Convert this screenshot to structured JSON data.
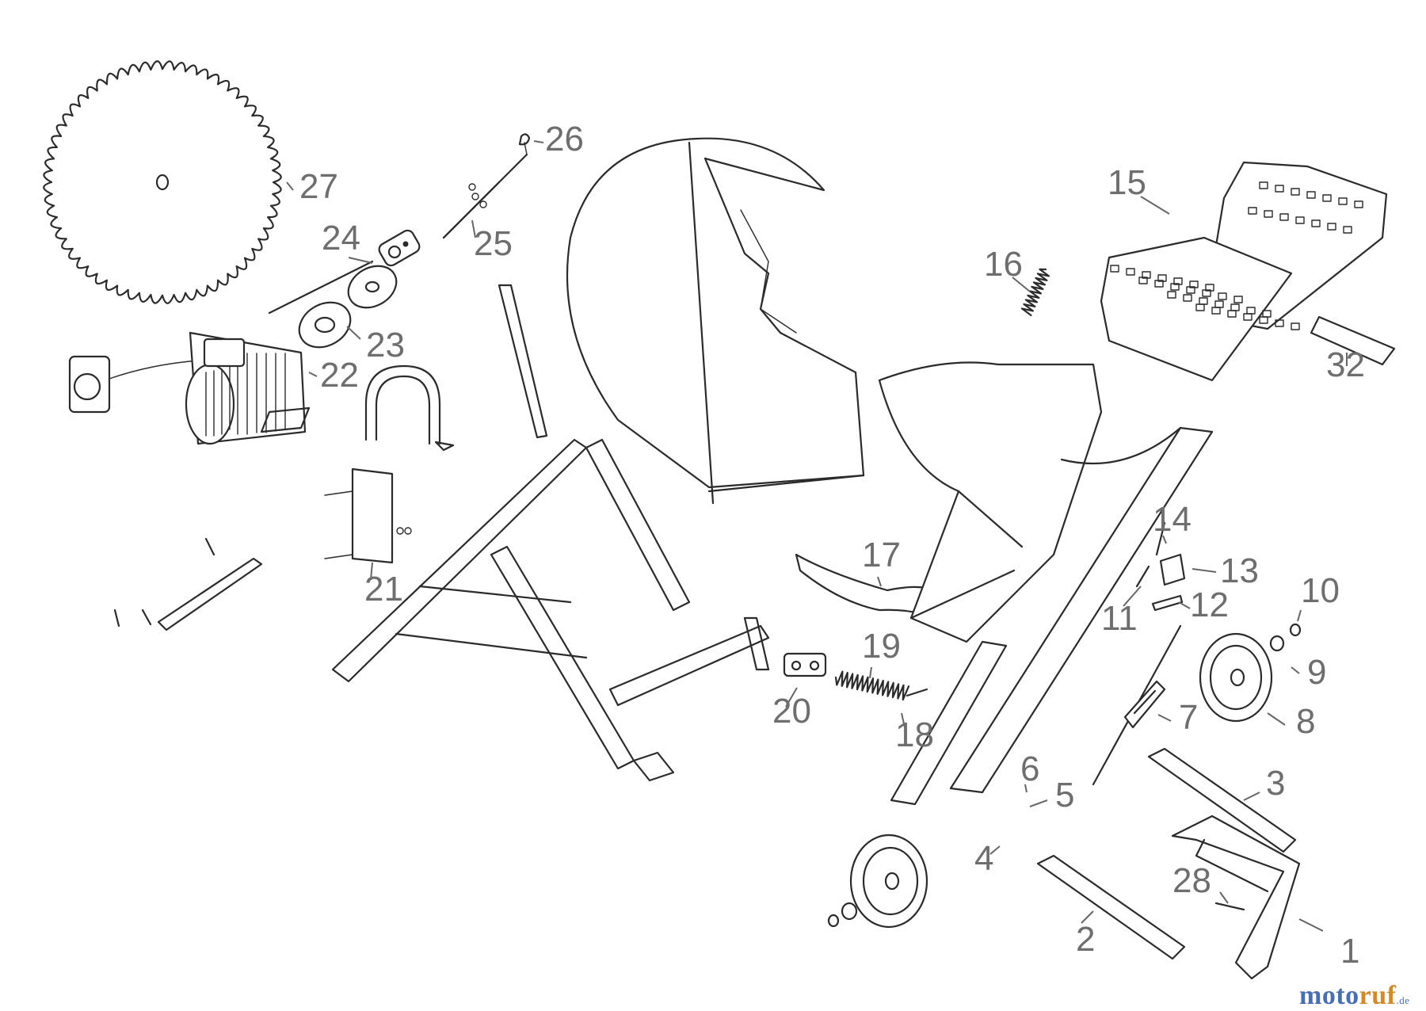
{
  "labels": [
    "1",
    "2",
    "3",
    "4",
    "5",
    "6",
    "7",
    "8",
    "9",
    "10",
    "11",
    "12",
    "13",
    "14",
    "15",
    "16",
    "17",
    "18",
    "19",
    "20",
    "21",
    "22",
    "23",
    "24",
    "25",
    "26",
    "27",
    "28",
    "32"
  ],
  "watermark": {
    "brand_part1": "moto",
    "brand_part2": "ruf",
    "tld": ".de"
  },
  "colors": {
    "line": "#2b2b2b",
    "label": "#6e6e6e",
    "brand_blue": "#4a6fb0",
    "brand_orange": "#d4892b"
  }
}
